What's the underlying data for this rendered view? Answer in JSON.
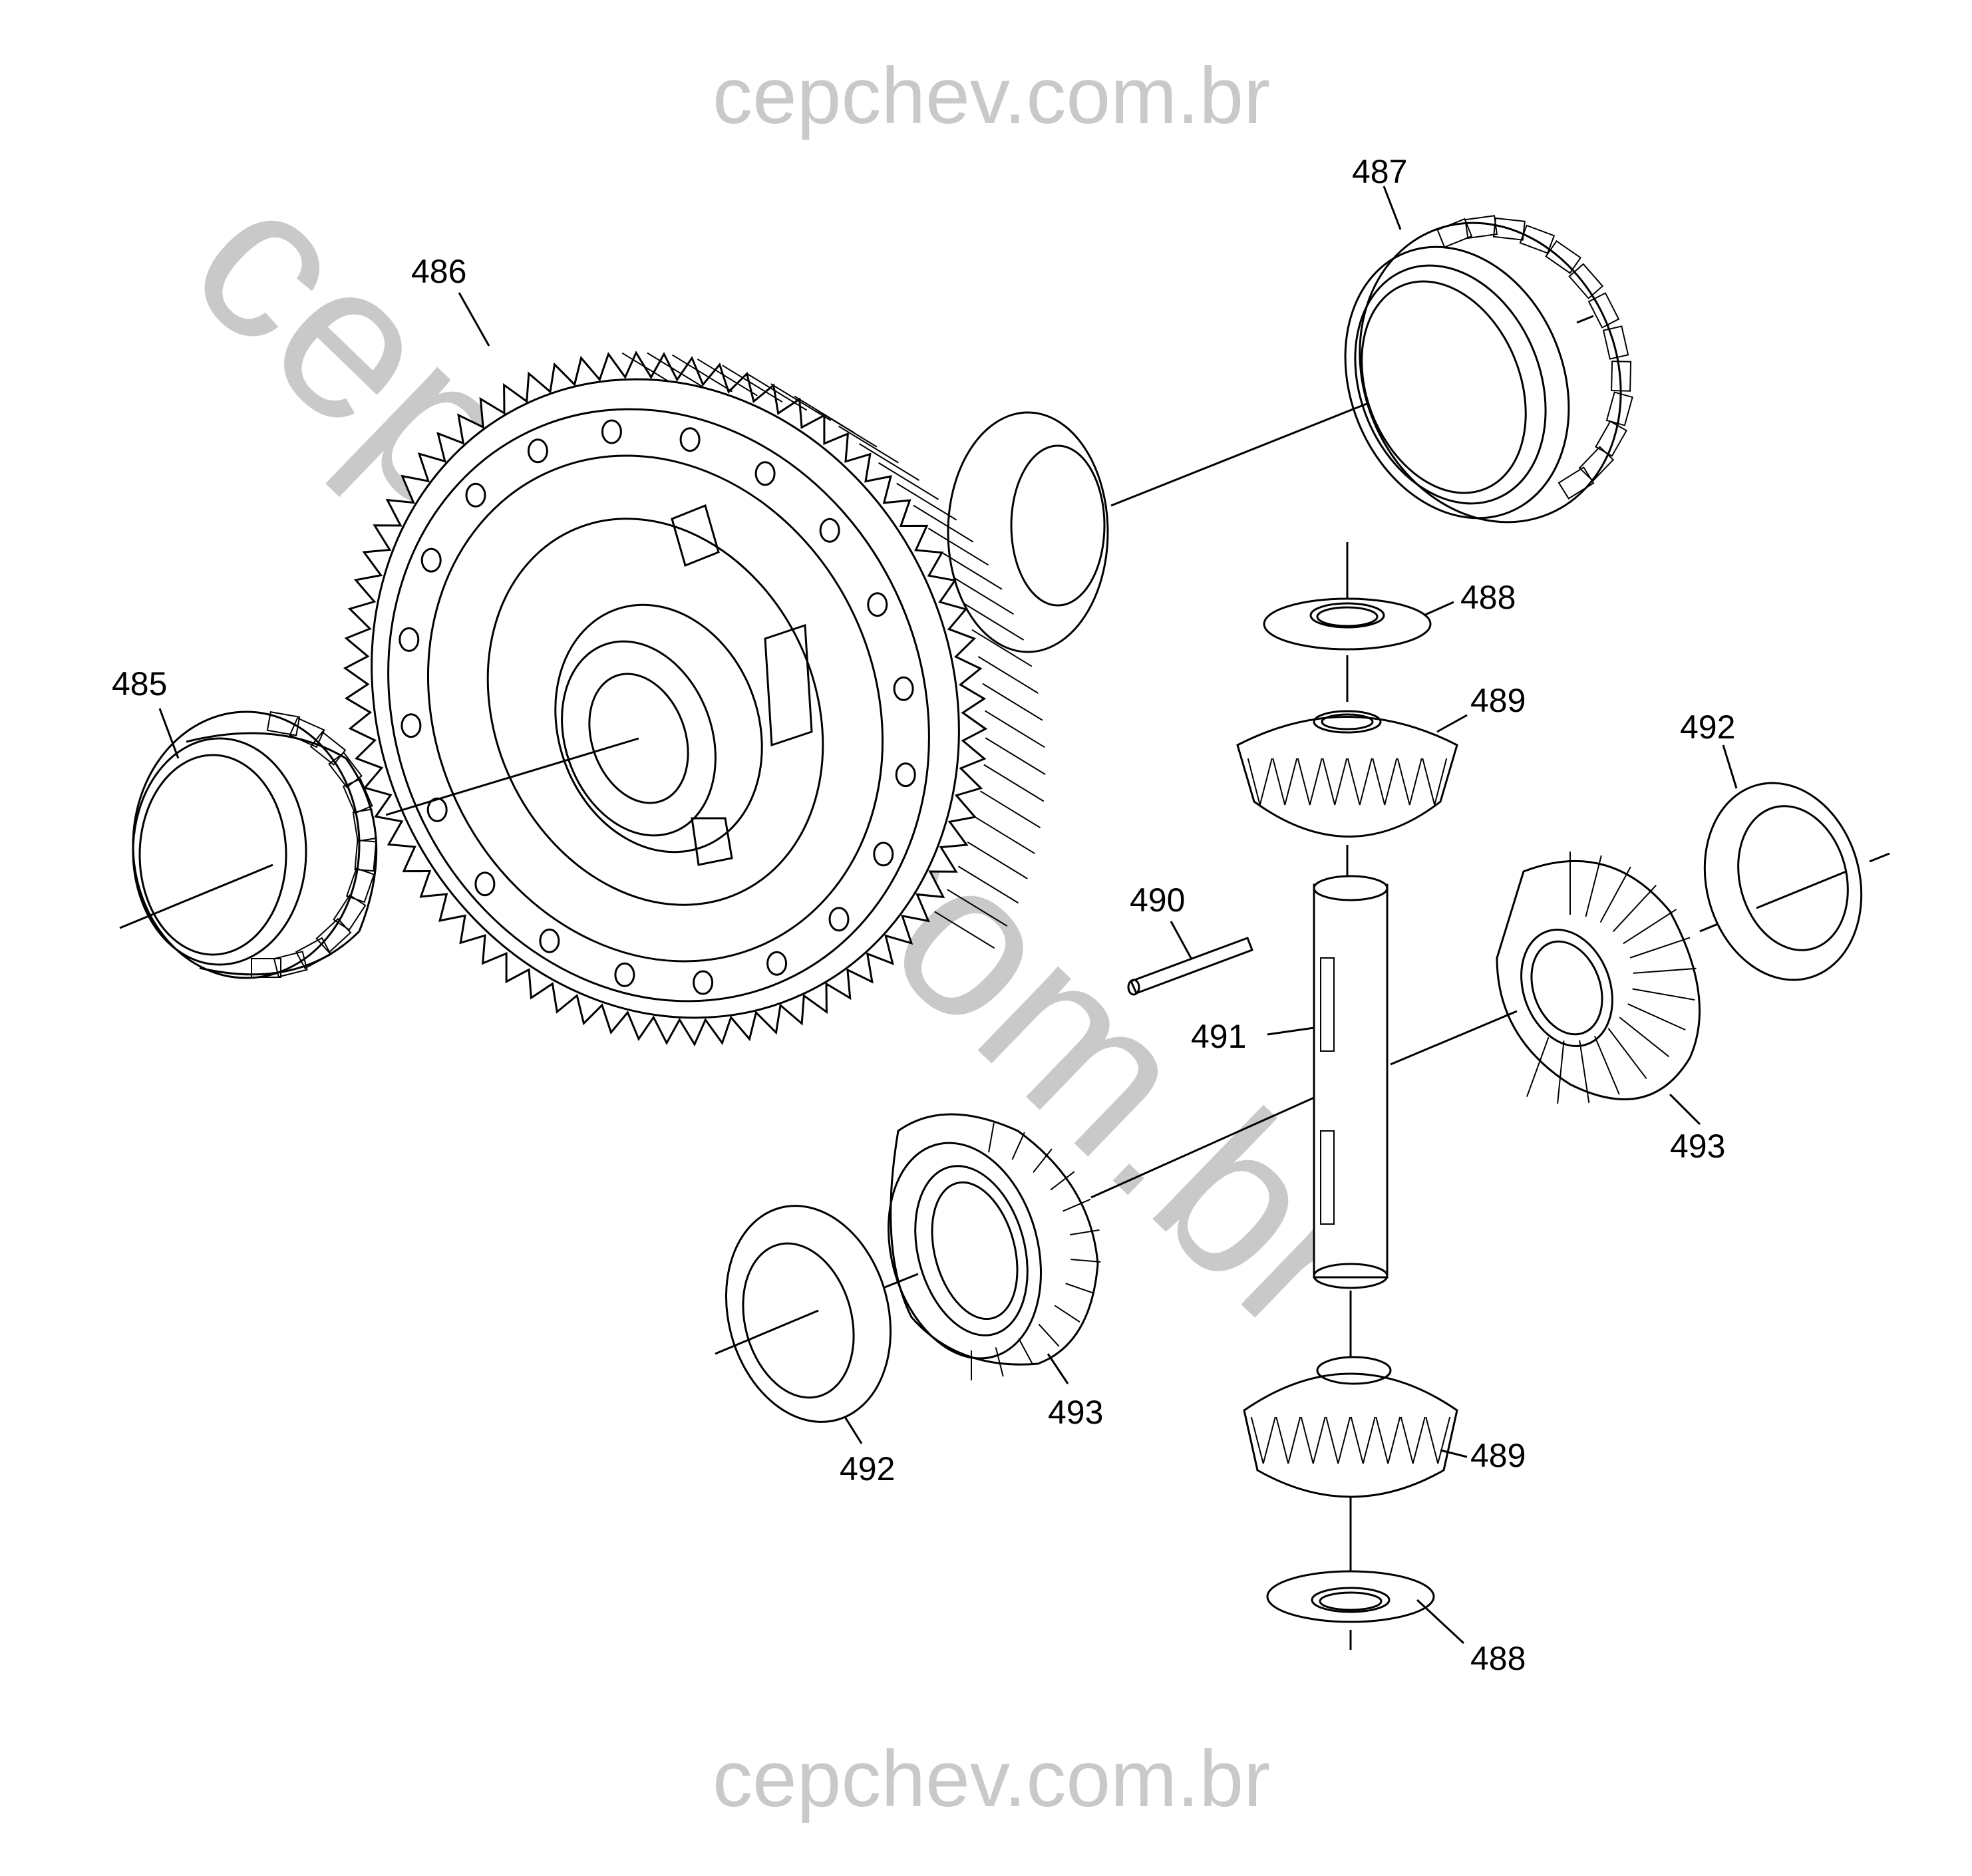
{
  "watermark": {
    "top": "cepchev.com.br",
    "bottom": "cepchev.com.br",
    "diagonal": "cepchev.com.br"
  },
  "callouts": [
    {
      "id": "485",
      "label": "485"
    },
    {
      "id": "486",
      "label": "486"
    },
    {
      "id": "487",
      "label": "487"
    },
    {
      "id": "488a",
      "label": "488"
    },
    {
      "id": "489a",
      "label": "489"
    },
    {
      "id": "490",
      "label": "490"
    },
    {
      "id": "491",
      "label": "491"
    },
    {
      "id": "492a",
      "label": "492"
    },
    {
      "id": "493a",
      "label": "493"
    },
    {
      "id": "492b",
      "label": "492"
    },
    {
      "id": "493b",
      "label": "493"
    },
    {
      "id": "489b",
      "label": "489"
    },
    {
      "id": "488b",
      "label": "488"
    }
  ]
}
